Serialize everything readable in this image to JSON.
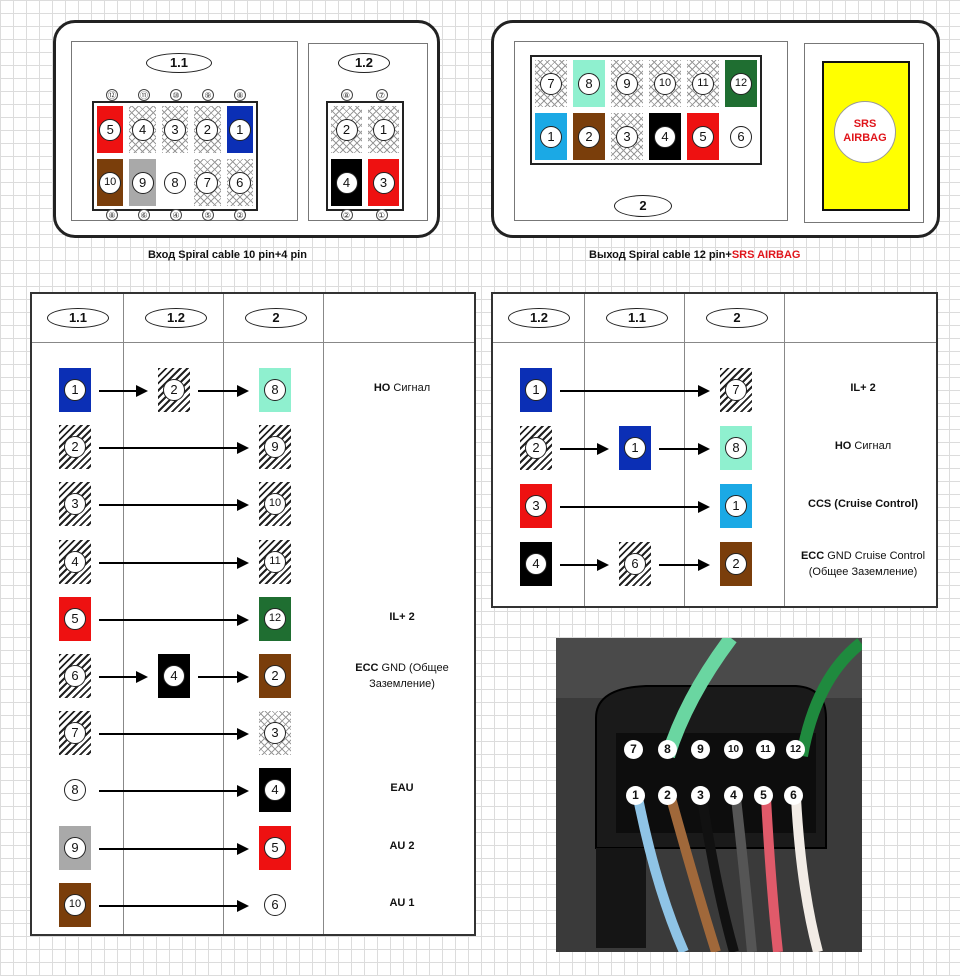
{
  "colors": {
    "blue": "#0b2fb5",
    "red": "#ee1111",
    "brown": "#7a3e0b",
    "black": "#000000",
    "grey": "#a9a9a9",
    "white": "#ffffff",
    "mint": "#8ff0cf",
    "lightblue": "#1ba9e5",
    "green": "#1f6e31",
    "yellow": "#ffff00",
    "hatch": "hatch",
    "crosshatch": "crosshatch"
  },
  "top_left": {
    "block_1_1": {
      "label": "1.1",
      "row1": [
        {
          "n": "5",
          "color": "red"
        },
        {
          "n": "4",
          "color": "crosshatch"
        },
        {
          "n": "3",
          "color": "crosshatch"
        },
        {
          "n": "2",
          "color": "crosshatch"
        },
        {
          "n": "1",
          "color": "blue"
        }
      ],
      "row2": [
        {
          "n": "10",
          "color": "brown"
        },
        {
          "n": "9",
          "color": "grey"
        },
        {
          "n": "8",
          "color": "white"
        },
        {
          "n": "7",
          "color": "crosshatch"
        },
        {
          "n": "6",
          "color": "crosshatch"
        }
      ],
      "top_tiny": [
        "⑫",
        "⑪",
        "⑩",
        "⑨",
        "⑧"
      ],
      "bottom_tiny": [
        "⑧",
        "⑥",
        "④",
        "⑤",
        "②"
      ]
    },
    "block_1_2": {
      "label": "1.2",
      "row1": [
        {
          "n": "2",
          "color": "crosshatch"
        },
        {
          "n": "1",
          "color": "crosshatch"
        }
      ],
      "row2": [
        {
          "n": "4",
          "color": "black"
        },
        {
          "n": "3",
          "color": "red"
        }
      ],
      "top_tiny": [
        "⑧",
        "⑦"
      ],
      "bottom_tiny": [
        "②",
        "①"
      ]
    },
    "caption": "Вход  Spiral cable 10 pin+4 pin"
  },
  "top_right": {
    "block_2": {
      "label": "2",
      "row1": [
        {
          "n": "7",
          "color": "crosshatch"
        },
        {
          "n": "8",
          "color": "mint"
        },
        {
          "n": "9",
          "color": "crosshatch"
        },
        {
          "n": "10",
          "color": "crosshatch"
        },
        {
          "n": "11",
          "color": "crosshatch"
        },
        {
          "n": "12",
          "color": "green"
        }
      ],
      "row2": [
        {
          "n": "1",
          "color": "lightblue"
        },
        {
          "n": "2",
          "color": "brown"
        },
        {
          "n": "3",
          "color": "crosshatch"
        },
        {
          "n": "4",
          "color": "black"
        },
        {
          "n": "5",
          "color": "red"
        },
        {
          "n": "6",
          "color": "white"
        }
      ]
    },
    "srs_label_1": "SRS",
    "srs_label_2": "AIRBAG",
    "caption_main": "Выход  Spiral cable 12 pin+",
    "caption_red": "SRS AIRBAG"
  },
  "table_left": {
    "headers": [
      "1.1",
      "1.2",
      "2"
    ],
    "rows": [
      {
        "a": {
          "n": "1",
          "color": "blue"
        },
        "b": {
          "n": "2",
          "color": "hatch"
        },
        "c": {
          "n": "8",
          "color": "mint"
        },
        "label_bold": "HO",
        "label": "Сигнал"
      },
      {
        "a": {
          "n": "2",
          "color": "hatch"
        },
        "b": null,
        "c": {
          "n": "9",
          "color": "hatch"
        },
        "label_bold": "",
        "label": ""
      },
      {
        "a": {
          "n": "3",
          "color": "hatch"
        },
        "b": null,
        "c": {
          "n": "10",
          "color": "hatch"
        },
        "label_bold": "",
        "label": ""
      },
      {
        "a": {
          "n": "4",
          "color": "hatch"
        },
        "b": null,
        "c": {
          "n": "11",
          "color": "hatch"
        },
        "label_bold": "",
        "label": ""
      },
      {
        "a": {
          "n": "5",
          "color": "red"
        },
        "b": null,
        "c": {
          "n": "12",
          "color": "green"
        },
        "label_bold": "IL+ 2",
        "label": ""
      },
      {
        "a": {
          "n": "6",
          "color": "hatch"
        },
        "b": {
          "n": "4",
          "color": "black"
        },
        "c": {
          "n": "2",
          "color": "brown"
        },
        "label_bold": "ECC",
        "label": "GND (Общее Заземление)"
      },
      {
        "a": {
          "n": "7",
          "color": "hatch"
        },
        "b": null,
        "c": {
          "n": "3",
          "color": "crosshatch"
        },
        "label_bold": "",
        "label": ""
      },
      {
        "a": {
          "n": "8",
          "color": "white"
        },
        "b": null,
        "c": {
          "n": "4",
          "color": "black"
        },
        "label_bold": "EAU",
        "label": ""
      },
      {
        "a": {
          "n": "9",
          "color": "grey"
        },
        "b": null,
        "c": {
          "n": "5",
          "color": "red"
        },
        "label_bold": "AU 2",
        "label": ""
      },
      {
        "a": {
          "n": "10",
          "color": "brown"
        },
        "b": null,
        "c": {
          "n": "6",
          "color": "white"
        },
        "label_bold": "AU 1",
        "label": ""
      }
    ]
  },
  "table_right": {
    "headers": [
      "1.2",
      "1.1",
      "2"
    ],
    "rows": [
      {
        "a": {
          "n": "1",
          "color": "blue"
        },
        "b": null,
        "c": {
          "n": "7",
          "color": "hatch"
        },
        "label_bold": "IL+ 2",
        "label": ""
      },
      {
        "a": {
          "n": "2",
          "color": "hatch"
        },
        "b": {
          "n": "1",
          "color": "blue"
        },
        "c": {
          "n": "8",
          "color": "mint"
        },
        "label_bold": "HO",
        "label": "Сигнал"
      },
      {
        "a": {
          "n": "3",
          "color": "red"
        },
        "b": null,
        "c": {
          "n": "1",
          "color": "lightblue"
        },
        "label_bold": "CCS (Cruise Control)",
        "label": ""
      },
      {
        "a": {
          "n": "4",
          "color": "black"
        },
        "b": {
          "n": "6",
          "color": "hatch"
        },
        "c": {
          "n": "2",
          "color": "brown"
        },
        "label_bold": "ECC",
        "label": "GND Cruise Control (Общее Заземление)"
      }
    ]
  },
  "photo": {
    "top_numbers": [
      "7",
      "8",
      "9",
      "10",
      "11",
      "12"
    ],
    "bottom_numbers": [
      "1",
      "2",
      "3",
      "4",
      "5",
      "6"
    ]
  }
}
